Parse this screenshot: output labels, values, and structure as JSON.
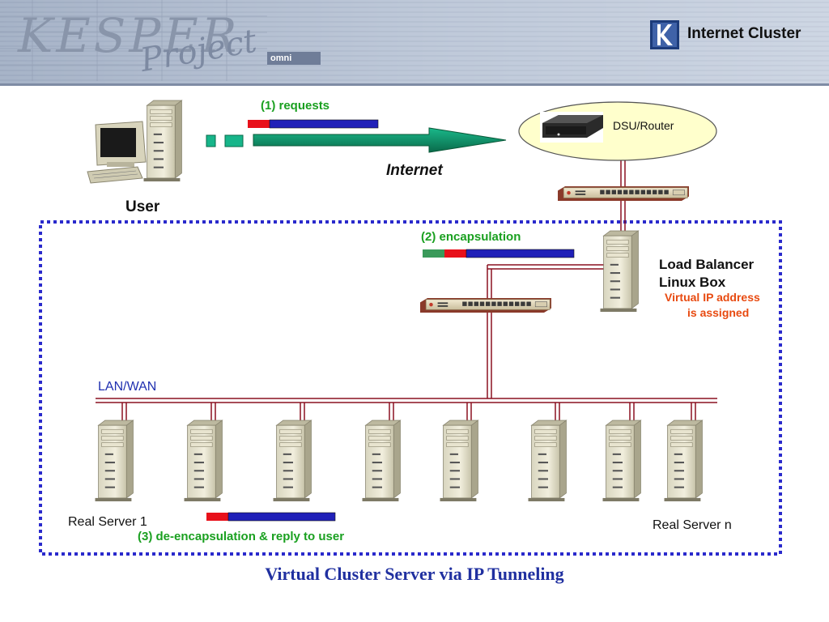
{
  "header": {
    "logo_text": "KESPER",
    "logo_sub": "Project",
    "logo_tag": "omni",
    "section_title": "Internet Cluster"
  },
  "labels": {
    "requests": "(1) requests",
    "internet": "Internet",
    "user": "User",
    "dsu_router": "DSU/Router",
    "encapsulation": "(2) encapsulation",
    "load_balancer_line1": "Load Balancer",
    "load_balancer_line2": "Linux Box",
    "vip_line1": "Virtual IP address",
    "vip_line2": "is assigned",
    "lan_wan": "LAN/WAN",
    "real_server_1": "Real Server 1",
    "real_server_n": "Real Server n",
    "reply": "(3) de-encapsulation & reply to user",
    "footer_title": "Virtual Cluster Server via IP Tunneling"
  },
  "colors": {
    "packet_header": "#e8101a",
    "packet_body": "#2020b8",
    "tunnel_header": "#3a9a5a",
    "arrow": "#0e9a6a",
    "cable": "#8a1020",
    "cluster_border": "#2a2acc",
    "green_text": "#1aa020",
    "orange_text": "#e84a10",
    "lan_label": "#2030b0",
    "footer": "#2030a0"
  },
  "icons": {
    "user_pc": "desktop-computer-icon",
    "router": "router-icon",
    "switch": "network-switch-icon",
    "server": "tower-server-icon"
  }
}
